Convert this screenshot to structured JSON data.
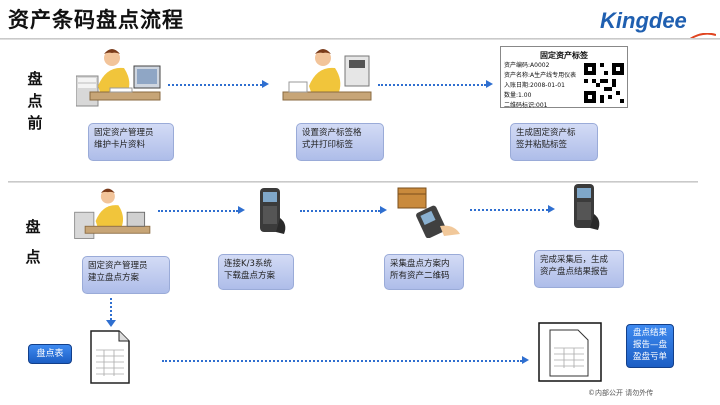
{
  "header": {
    "title": "资产条码盘点流程",
    "brand": "Kingdee"
  },
  "stages": {
    "before": "盘\n点\n前",
    "during": "盘\n点"
  },
  "row1": {
    "step1": "固定资产管理员\n维护卡片资料",
    "step2": "设置资产标签格\n式并打印标签",
    "step3": "生成固定资产标\n签并粘贴标签"
  },
  "asset_label": {
    "title": "固定资产标签",
    "lines": [
      "资产编码:A0002",
      "资产名称:A生产线专用仪表",
      "入账日期:2008-01-01",
      "数量:1.00",
      "二维码标识:001"
    ]
  },
  "row2": {
    "step1": "固定资产管理员\n建立盘点方案",
    "step2": "连接K/3系统\n下载盘点方案",
    "step3": "采集盘点方案内\n所有资产二维码",
    "step4": "完成采集后，生成\n资产盘点结果报告"
  },
  "row3": {
    "sheet_button": "盘点表",
    "report_button": "盘点结果\n报告—盘\n盈盘亏单"
  },
  "footer": "©内部公开 请勿外传"
}
